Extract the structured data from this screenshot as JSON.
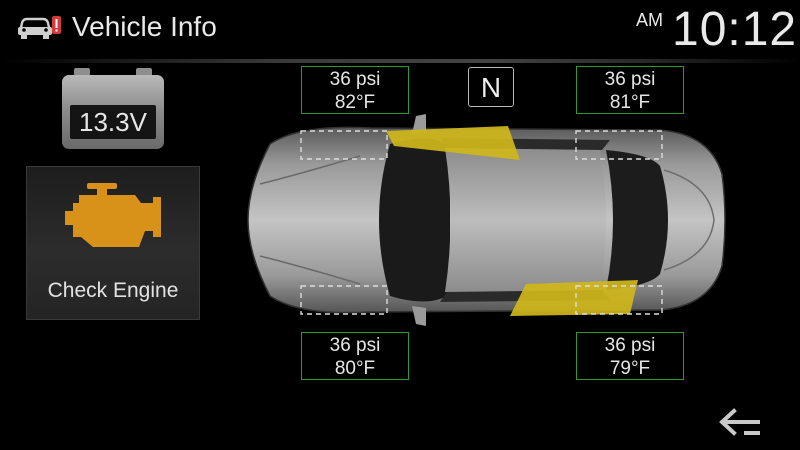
{
  "header": {
    "title": "Vehicle Info",
    "clock_ampm": "AM",
    "clock_time": "10:12",
    "app_icon": "car-warning-icon"
  },
  "battery": {
    "voltage": "13.3V",
    "icon": "battery-icon"
  },
  "engine_warning": {
    "label": "Check Engine",
    "icon": "engine-icon",
    "color": "#d8921a"
  },
  "gear": {
    "value": "N"
  },
  "tires": {
    "front_left": {
      "pressure": "36 psi",
      "temperature": "82°F"
    },
    "front_right": {
      "pressure": "36 psi",
      "temperature": "81°F"
    },
    "rear_left": {
      "pressure": "36 psi",
      "temperature": "80°F"
    },
    "rear_right": {
      "pressure": "36 psi",
      "temperature": "79°F"
    }
  },
  "doors_open": [
    "front-left",
    "rear-right"
  ],
  "door_highlight_color": "#d0b71a",
  "tire_box_color": "#2f9a2f",
  "back_button": {
    "icon": "back-arrow-icon"
  }
}
